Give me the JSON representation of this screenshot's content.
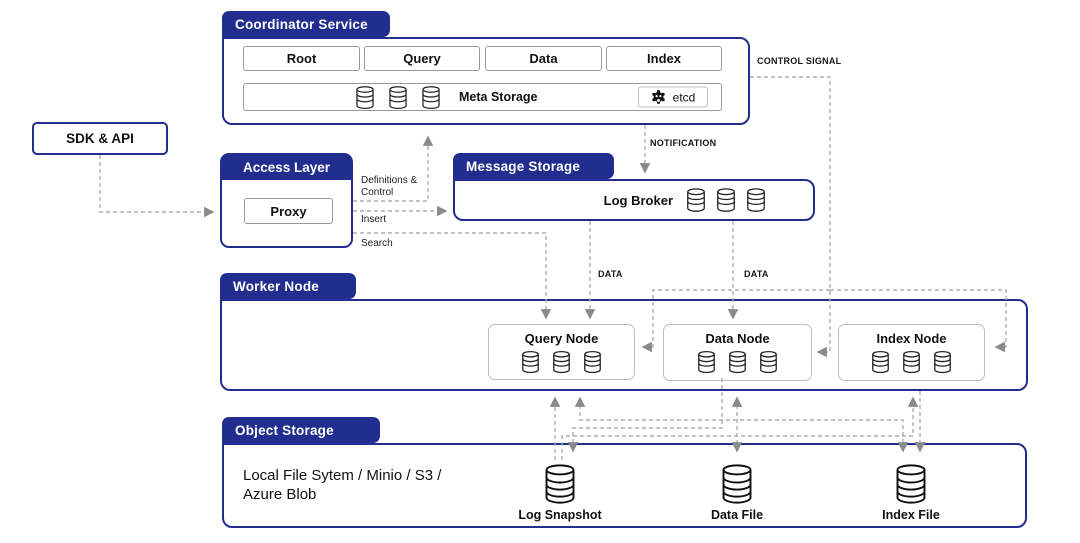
{
  "diagram": {
    "sdk_api": {
      "label": "SDK & API"
    },
    "coordinator": {
      "title": "Coordinator Service",
      "children": [
        "Root",
        "Query",
        "Data",
        "Index"
      ],
      "meta_storage_label": "Meta Storage",
      "etcd_label": "etcd"
    },
    "access_layer": {
      "title": "Access Layer",
      "proxy_label": "Proxy"
    },
    "message_storage": {
      "title": "Message Storage",
      "log_broker_label": "Log Broker"
    },
    "worker_node": {
      "title": "Worker Node",
      "query_node": "Query Node",
      "data_node": "Data Node",
      "index_node": "Index Node"
    },
    "object_storage": {
      "title": "Object Storage",
      "backends": "Local File Sytem / Minio / S3 / Azure Blob",
      "log_snapshot": "Log Snapshot",
      "data_file": "Data File",
      "index_file": "Index File"
    },
    "edge_labels": {
      "control_signal": "CONTROL SIGNAL",
      "notification": "NOTIFICATION",
      "data_to_query_node": "DATA",
      "data_to_data_node": "DATA",
      "definitions_control": "Definitions & Control",
      "insert": "Insert",
      "search": "Search"
    },
    "colors": {
      "navy": "#212e8f",
      "connector_line": "#aeaeae",
      "arrowhead": "#8a8a8a"
    }
  }
}
